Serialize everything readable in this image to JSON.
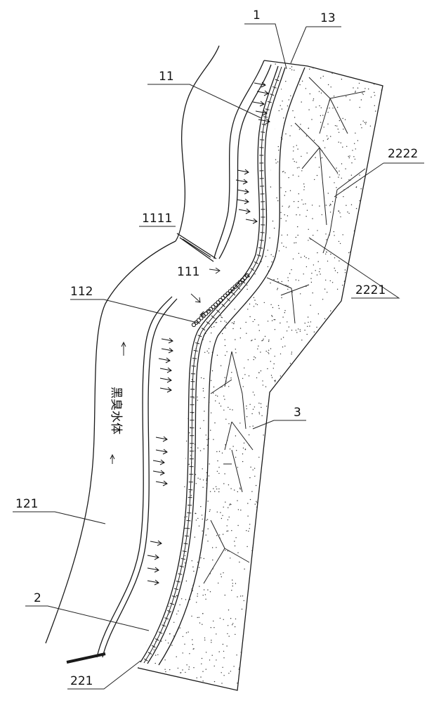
{
  "labels": {
    "l1": "1",
    "l13": "13",
    "l11": "11",
    "l2222": "2222",
    "l1111": "1111",
    "l111": "111",
    "l112": "112",
    "l2221": "2221",
    "l3": "3",
    "l121": "121",
    "l2": "2",
    "l221": "221"
  },
  "water_body_text": "黑臭水体",
  "colors": {
    "ink": "#1a1a1a",
    "stipple": "#333333",
    "paper": "#ffffff"
  }
}
